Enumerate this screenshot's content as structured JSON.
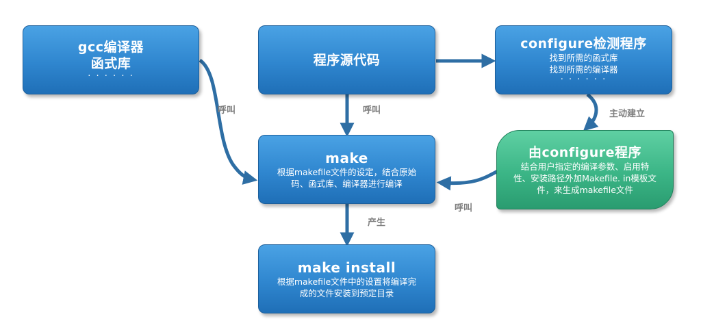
{
  "nodes": {
    "gcc": {
      "title": "gcc编译器",
      "line1": "函式库",
      "dots": "· · · · · ·"
    },
    "source": {
      "title": "程序源代码"
    },
    "configure": {
      "title": "configure检测程序",
      "line1": "找到所需的函式库",
      "line2": "找到所需的编译器",
      "dots": "· · · · · ·"
    },
    "make": {
      "title": "make",
      "line1": "根据makefile文件的设定，结合原始",
      "line2": "码、函式库、编译器进行编译"
    },
    "makefile_gen": {
      "title": "由configure程序",
      "line1": "结合用户指定的编译参数、启用特",
      "line2": "性、安装路径外加Makefile. in模板文",
      "line3": "件，来生成makefile文件"
    },
    "install": {
      "title": "make  install",
      "line1": "根据makefile文件中的设置将编译完",
      "line2": "成的文件安装到预定目录"
    }
  },
  "edges": {
    "gcc_to_make": "呼叫",
    "source_to_make": "呼叫",
    "configure_build": "主动建立",
    "makefile_to_make": "呼叫",
    "make_to_install": "产生"
  },
  "colors": {
    "box_blue": "#2f86cf",
    "box_green": "#3bb586",
    "arrow": "#2e6ea4",
    "label": "#7f7f7f"
  }
}
